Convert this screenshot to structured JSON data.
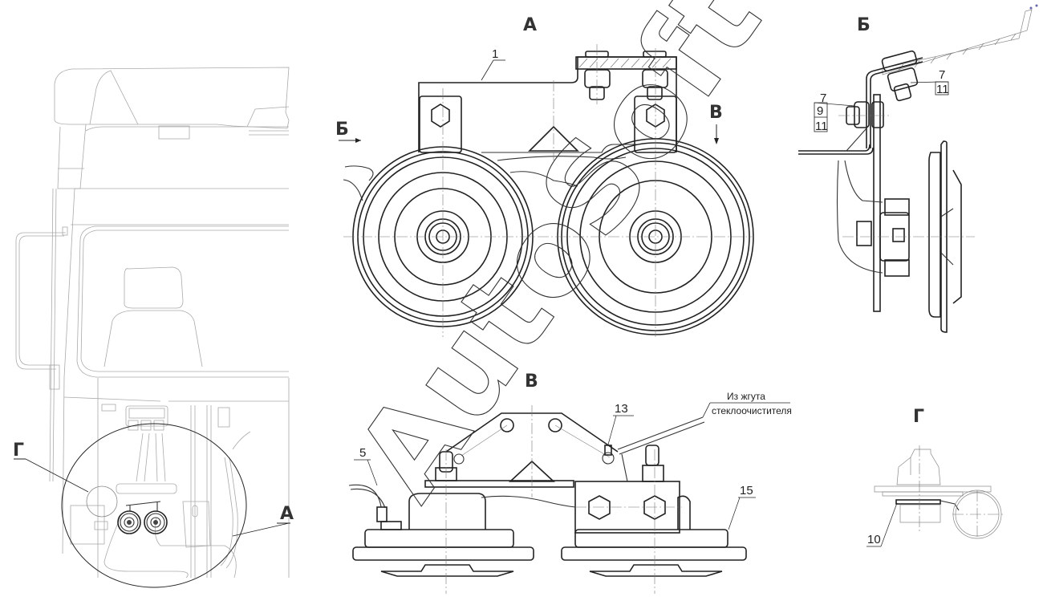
{
  "drawing": {
    "subject": "Horn installation",
    "watermark": "AutoSoft"
  },
  "views": {
    "A": {
      "title": "А"
    },
    "B": {
      "title": "Б"
    },
    "V": {
      "title": "В"
    },
    "G": {
      "title": "Г"
    }
  },
  "view_refs": {
    "arrow_b": "Б",
    "arrow_v": "В",
    "circle_g": "Г",
    "circle_a": "А"
  },
  "callouts": {
    "item_1": "1",
    "item_5": "5",
    "item_7a": "7",
    "item_7b": "7",
    "item_9": "9",
    "item_11a": "11",
    "item_11b": "11",
    "item_10": "10",
    "item_13": "13",
    "item_15": "15"
  },
  "notes": {
    "harness_line1": "Из жгута",
    "harness_line2": "стеклоочистителя"
  }
}
